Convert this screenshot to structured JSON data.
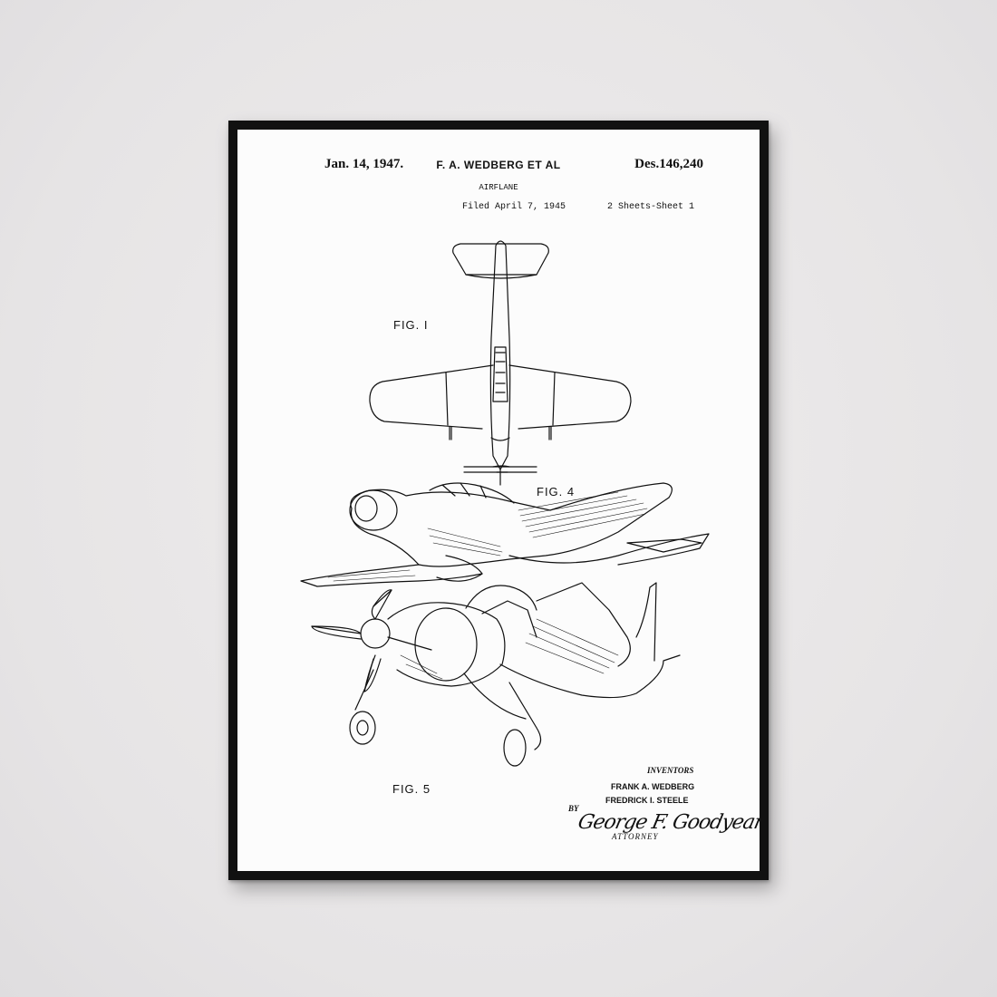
{
  "patent": {
    "date": "Jan. 14, 1947.",
    "inventor_header": "F. A. WEDBERG ET AL",
    "number": "Des.146,240",
    "title": "AIRFLANE",
    "filed": "Filed April 7, 1945",
    "sheets": "2 Sheets-Sheet 1"
  },
  "figures": {
    "fig1": "FIG. I",
    "fig4": "FIG. 4",
    "fig5": "FIG. 5"
  },
  "signature_block": {
    "heading": "INVENTORS",
    "inventor1": "FRANK A. WEDBERG",
    "inventor2": "FREDRICK I. STEELE",
    "by": "BY",
    "signature": "George F. Goodyear",
    "role": "ATTORNEY"
  },
  "colors": {
    "wall": "#ebe9ea",
    "frame": "#111111",
    "paper": "#fcfcfc",
    "ink": "#111111"
  }
}
